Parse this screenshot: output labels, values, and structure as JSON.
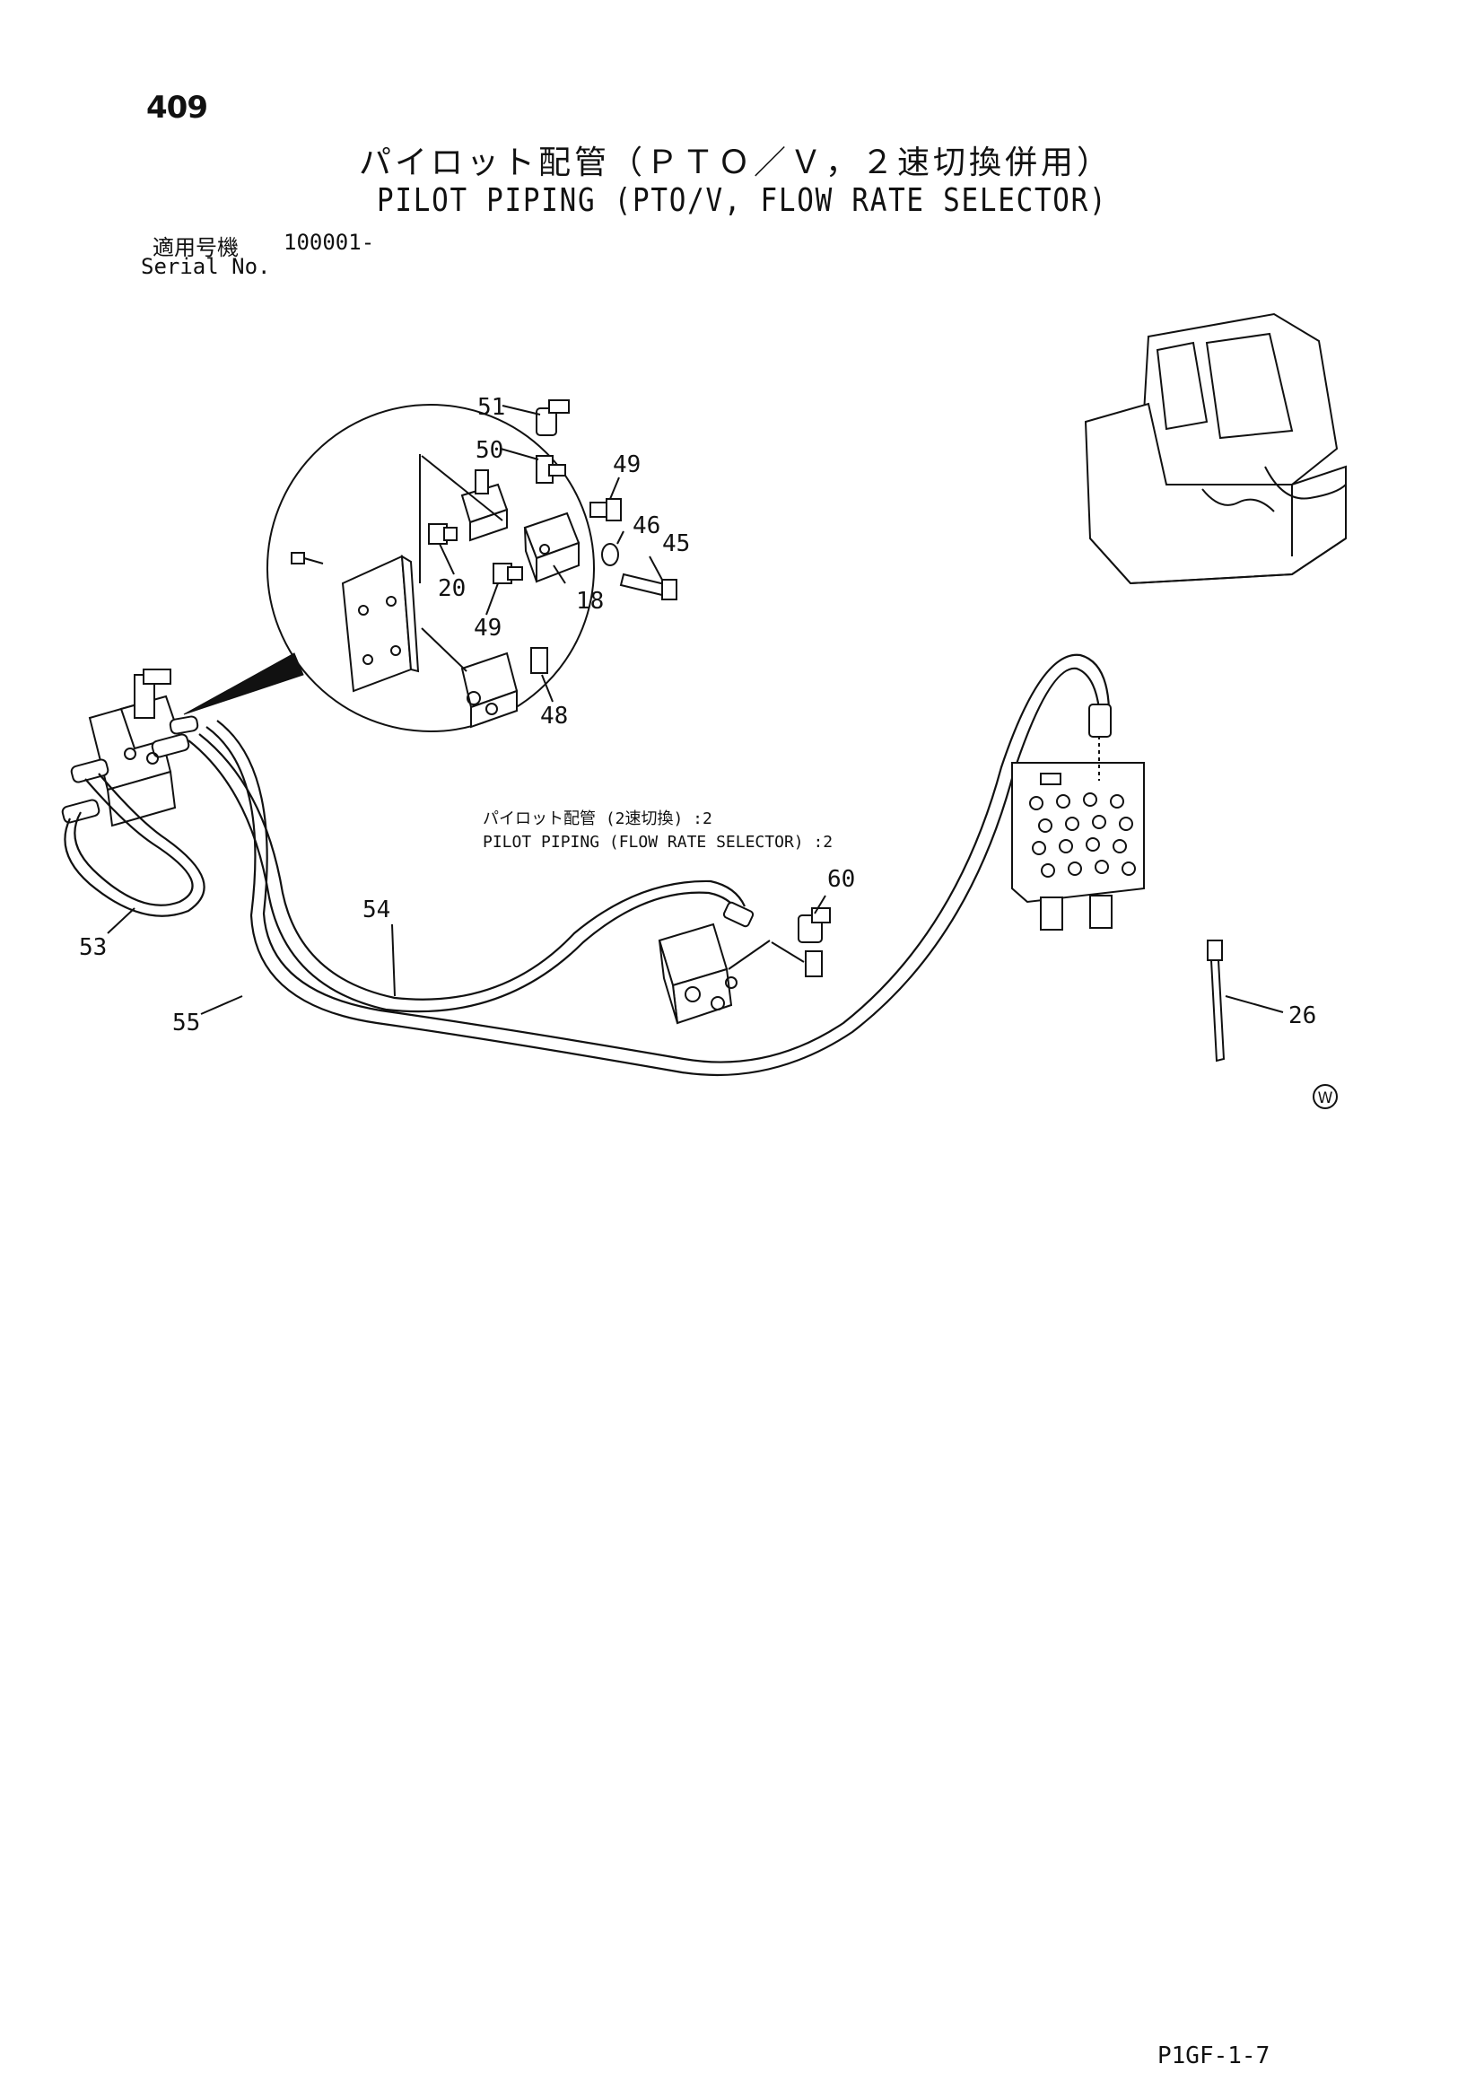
{
  "header": {
    "page_number": "409",
    "title_ja": "パイロット配管（ＰＴＯ／Ｖ，２速切換併用）",
    "title_en": "PILOT PIPING (PTO/V, FLOW RATE SELECTOR)",
    "serial_label_ja": "適用号機",
    "serial_value": "100001-",
    "serial_label_en": "Serial No."
  },
  "callout_note": {
    "line1": "パイロット配管 (2速切換) :2",
    "line2": "PILOT PIPING (FLOW RATE SELECTOR) :2"
  },
  "part_labels": {
    "p51": "51",
    "p50": "50",
    "p49a": "49",
    "p46": "46",
    "p45": "45",
    "p20": "20",
    "p18": "18",
    "p49b": "49",
    "p48": "48",
    "p53": "53",
    "p54": "54",
    "p55": "55",
    "p60": "60",
    "p26": "26"
  },
  "symbols": {
    "w_mark": "W"
  },
  "footer": {
    "code": "P1GF-1-7"
  }
}
